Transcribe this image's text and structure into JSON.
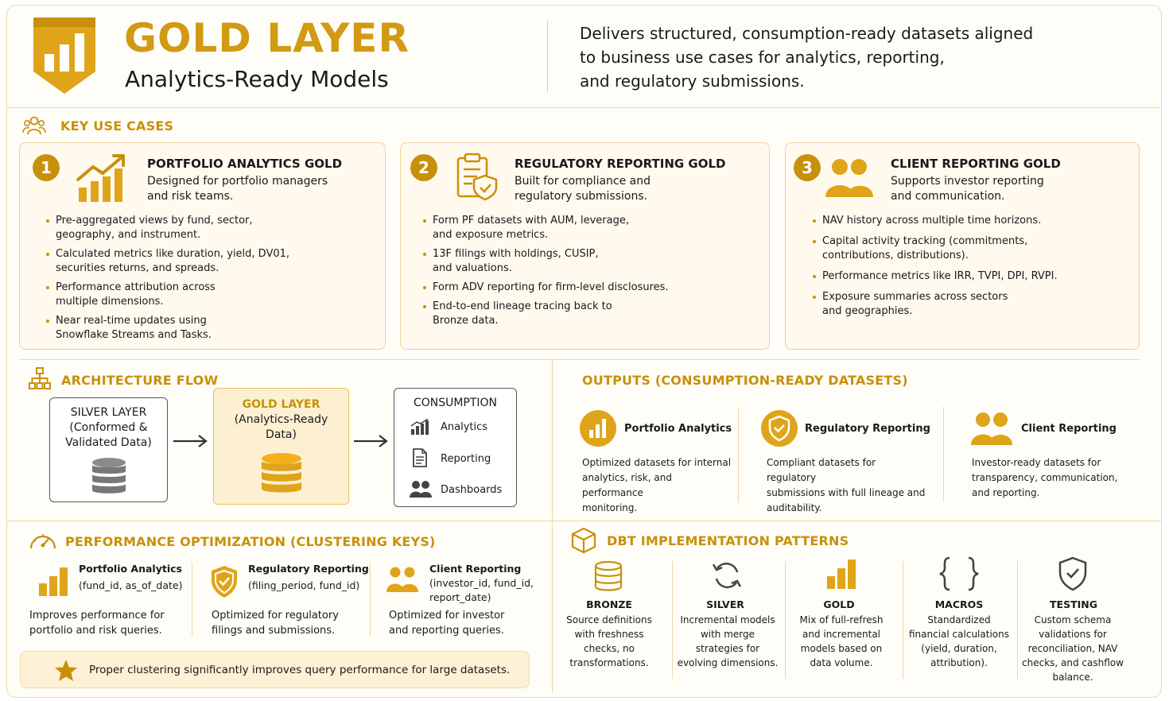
{
  "header": {
    "title": "GOLD LAYER",
    "subtitle": "Analytics-Ready Models",
    "description": [
      "Delivers structured, consumption-ready datasets aligned",
      "to business use cases for analytics, reporting,",
      "and regulatory submissions."
    ]
  },
  "key_use_cases": {
    "title": "KEY USE CASES",
    "cards": [
      {
        "number": "1",
        "title": "PORTFOLIO ANALYTICS GOLD",
        "desc": [
          "Designed for portfolio managers",
          "and risk teams."
        ],
        "bullets": [
          [
            "Pre-aggregated views by fund, sector,",
            "geography, and instrument."
          ],
          [
            "Calculated metrics like duration, yield, DV01,",
            "securities returns, and spreads."
          ],
          [
            "Performance attribution across",
            "multiple dimensions."
          ],
          [
            "Near real-time updates using",
            "Snowflake Streams and Tasks."
          ]
        ]
      },
      {
        "number": "2",
        "title": "REGULATORY REPORTING GOLD",
        "desc": [
          "Built for compliance and",
          "regulatory submissions."
        ],
        "bullets": [
          [
            "Form PF datasets with AUM, leverage,",
            "and exposure metrics."
          ],
          [
            "13F filings with holdings, CUSIP,",
            "and valuations."
          ],
          [
            "Form ADV reporting for firm-level disclosures."
          ],
          [
            "End-to-end lineage tracing back to",
            "Bronze data."
          ]
        ]
      },
      {
        "number": "3",
        "title": "CLIENT REPORTING GOLD",
        "desc": [
          "Supports investor reporting",
          "and communication."
        ],
        "bullets": [
          [
            "NAV history across multiple time horizons."
          ],
          [
            "Capital activity tracking (commitments,",
            "contributions, distributions)."
          ],
          [
            "Performance metrics like IRR, TVPI, DPI, RVPI."
          ],
          [
            "Exposure summaries across sectors",
            "and geographies."
          ]
        ]
      }
    ]
  },
  "architecture": {
    "title": "ARCHITECTURE FLOW",
    "silver": [
      "SILVER LAYER",
      "(Conformed &",
      "Validated Data)"
    ],
    "gold": [
      "GOLD LAYER",
      "(Analytics-Ready",
      "Data)"
    ],
    "consumption": {
      "title": "CONSUMPTION",
      "items": [
        "Analytics",
        "Reporting",
        "Dashboards"
      ]
    }
  },
  "outputs": {
    "title": "OUTPUTS (CONSUMPTION-READY DATASETS)",
    "items": [
      {
        "title": "Portfolio Analytics",
        "desc": [
          "Optimized datasets for internal",
          "analytics, risk, and performance",
          "monitoring."
        ]
      },
      {
        "title": "Regulatory Reporting",
        "desc": [
          "Compliant datasets for regulatory",
          "submissions with full lineage and",
          "auditability."
        ]
      },
      {
        "title": "Client Reporting",
        "desc": [
          "Investor-ready datasets for",
          "transparency, communication,",
          "and reporting."
        ]
      }
    ]
  },
  "performance": {
    "title": "PERFORMANCE OPTIMIZATION (CLUSTERING KEYS)",
    "items": [
      {
        "title": "Portfolio Analytics",
        "keys": [
          "(fund_id, as_of_date)"
        ],
        "desc": [
          "Improves performance for",
          "portfolio and risk queries."
        ]
      },
      {
        "title": "Regulatory Reporting",
        "keys": [
          "(filing_period, fund_id)"
        ],
        "desc": [
          "Optimized for regulatory",
          "filings and submissions."
        ]
      },
      {
        "title": "Client Reporting",
        "keys": [
          "(investor_id, fund_id,",
          "report_date)"
        ],
        "desc": [
          "Optimized for investor",
          "and reporting queries."
        ]
      }
    ],
    "note": "Proper clustering significantly improves query performance for large datasets."
  },
  "dbt": {
    "title": "DBT IMPLEMENTATION PATTERNS",
    "items": [
      {
        "title": "BRONZE",
        "desc": [
          "Source definitions",
          "with freshness",
          "checks, no",
          "transformations."
        ]
      },
      {
        "title": "SILVER",
        "desc": [
          "Incremental models",
          "with merge",
          "strategies for",
          "evolving dimensions."
        ]
      },
      {
        "title": "GOLD",
        "desc": [
          "Mix of full-refresh",
          "and incremental",
          "models based on",
          "data volume."
        ]
      },
      {
        "title": "MACROS",
        "desc": [
          "Standardized",
          "financial calculations",
          "(yield, duration,",
          "attribution)."
        ]
      },
      {
        "title": "TESTING",
        "desc": [
          "Custom schema",
          "validations for",
          "reconciliation, NAV",
          "checks, and cashflow",
          "balance."
        ]
      }
    ]
  },
  "colors": {
    "gold": "#c8900a",
    "gold_light": "#f2b01e",
    "border": "#ecd29a",
    "card_bg": "#fff9ee",
    "gray": "#6b6b6b"
  }
}
